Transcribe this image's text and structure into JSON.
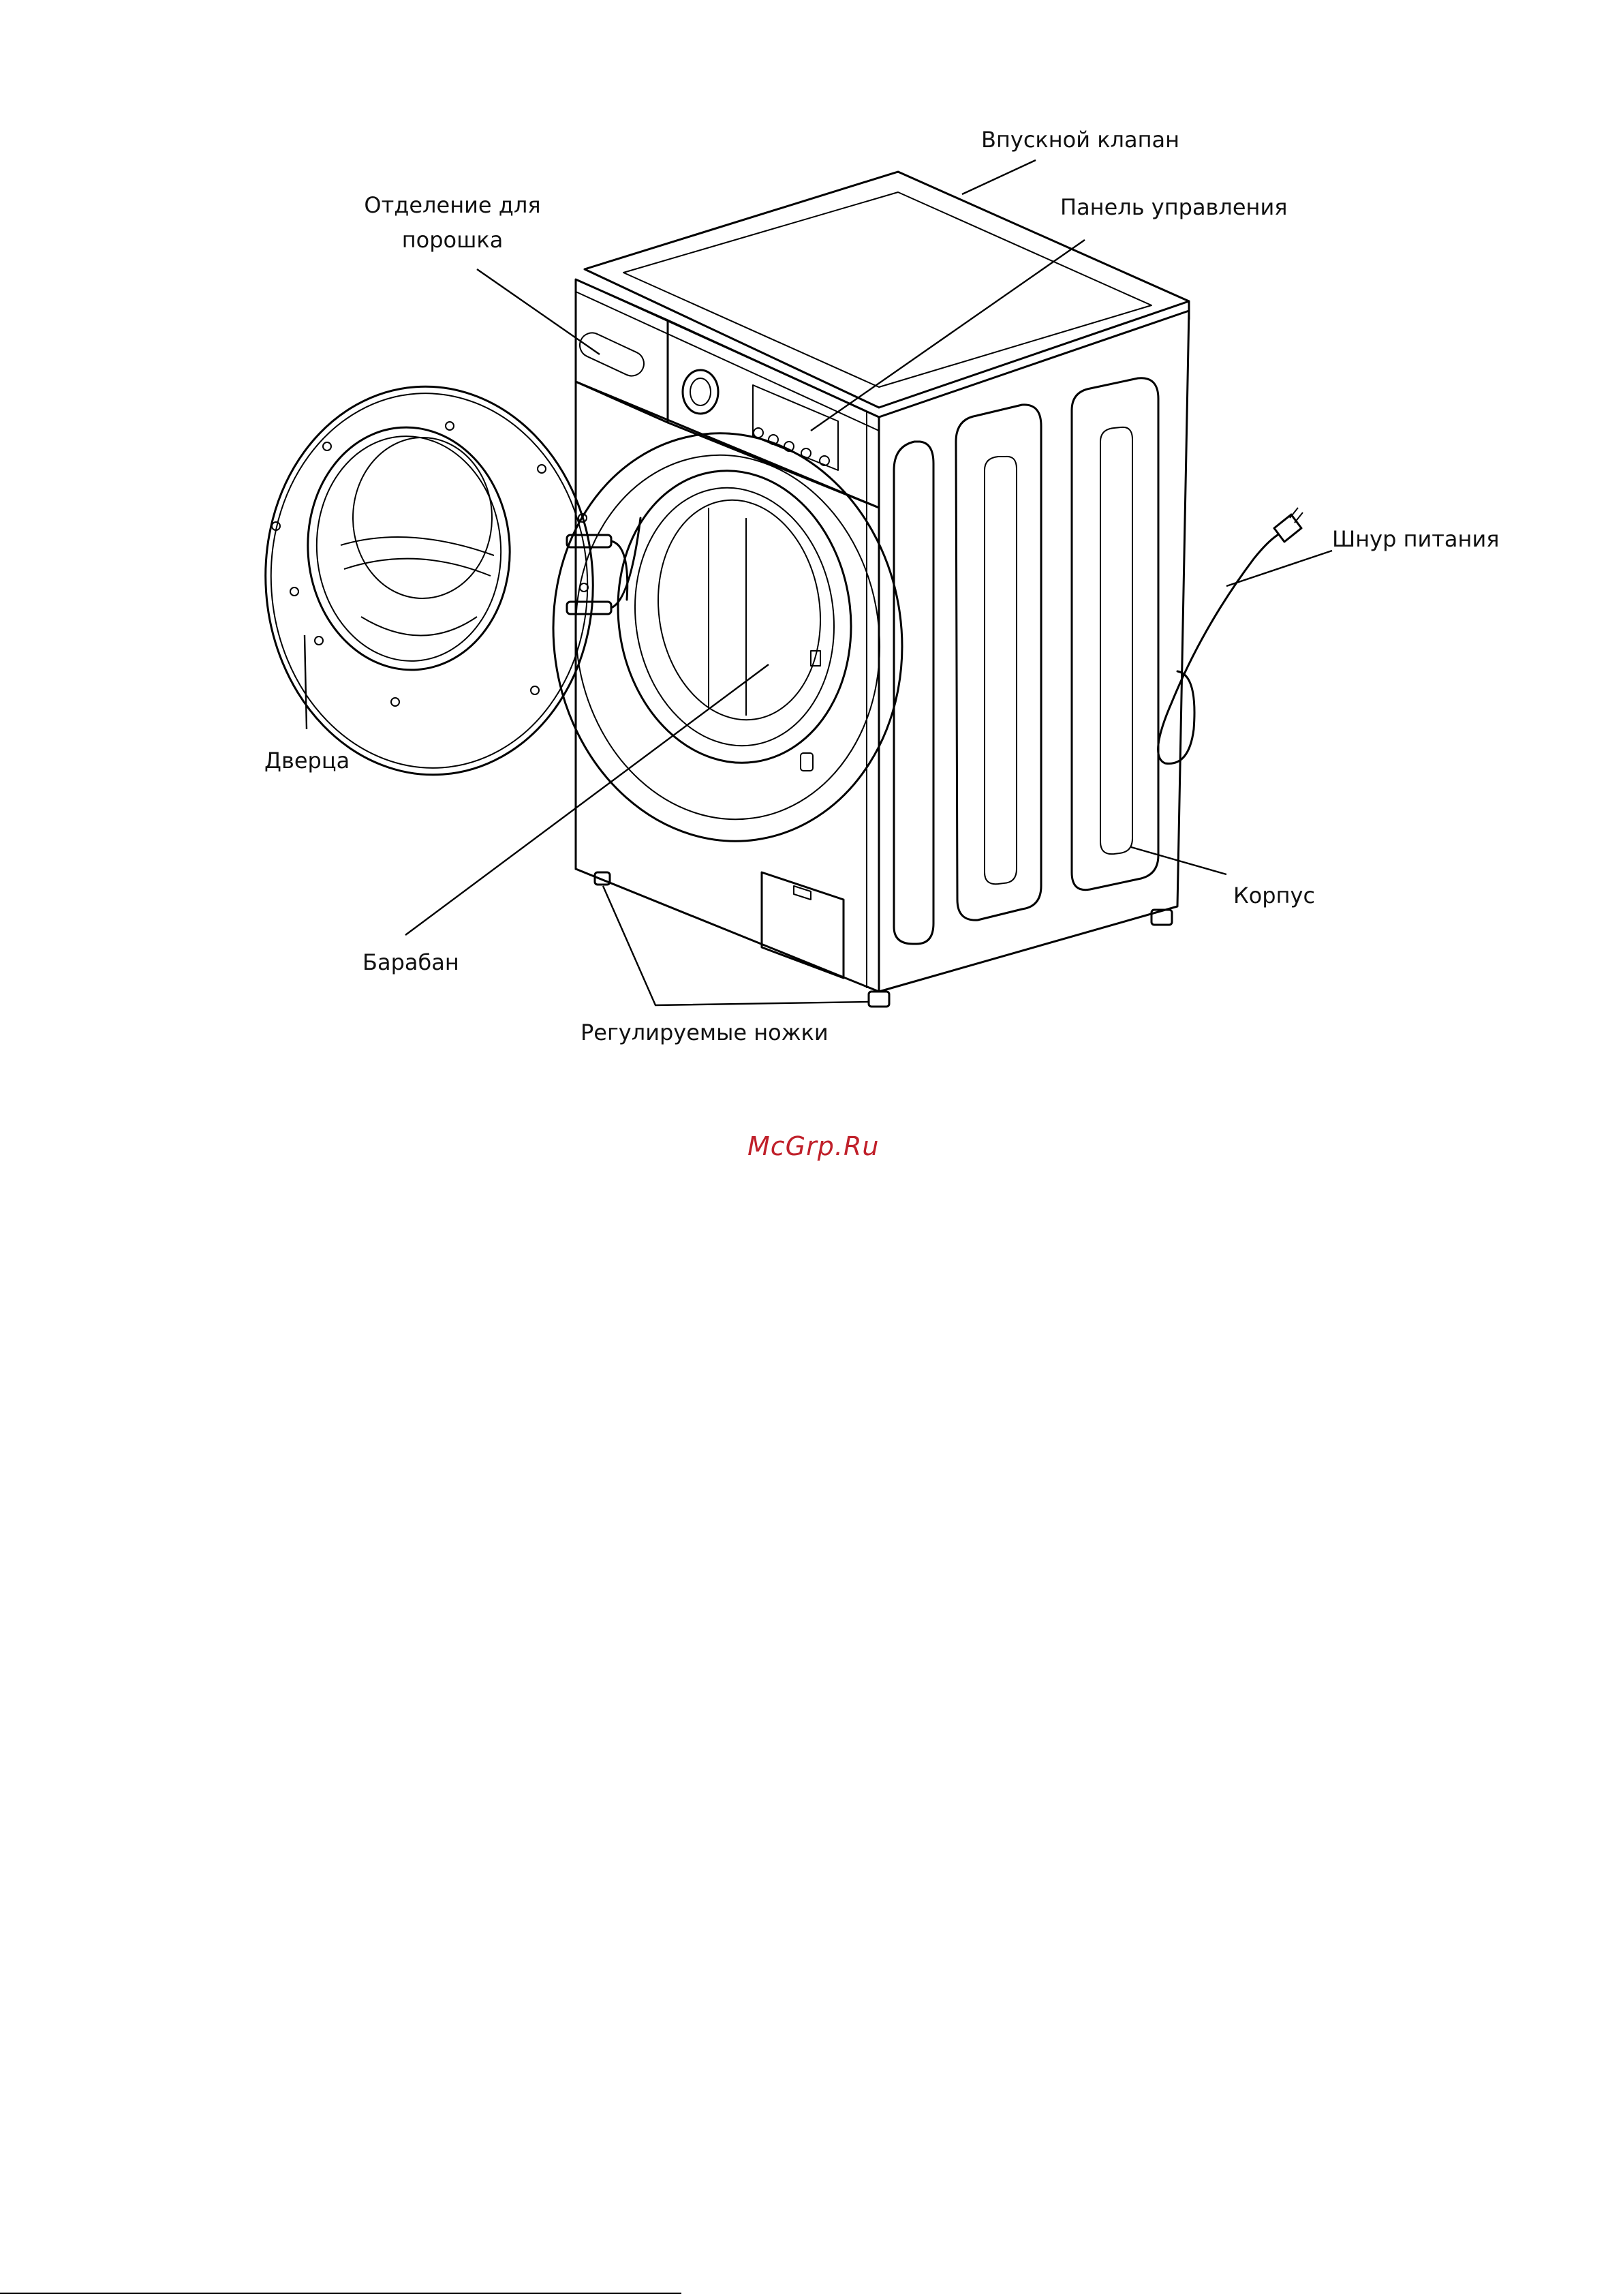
{
  "diagram": {
    "labels": {
      "inlet_valve": "Впускной клапан",
      "control_panel": "Панель управления",
      "detergent_drawer_line1": "Отделение для",
      "detergent_drawer_line2": "порошка",
      "power_cord": "Шнур питания",
      "door": "Дверца",
      "drum": "Барабан",
      "cabinet": "Корпус",
      "adjustable_feet": "Регулируемые ножки"
    }
  },
  "watermark": {
    "text": "McGrp.Ru",
    "color": "#c0202a"
  }
}
